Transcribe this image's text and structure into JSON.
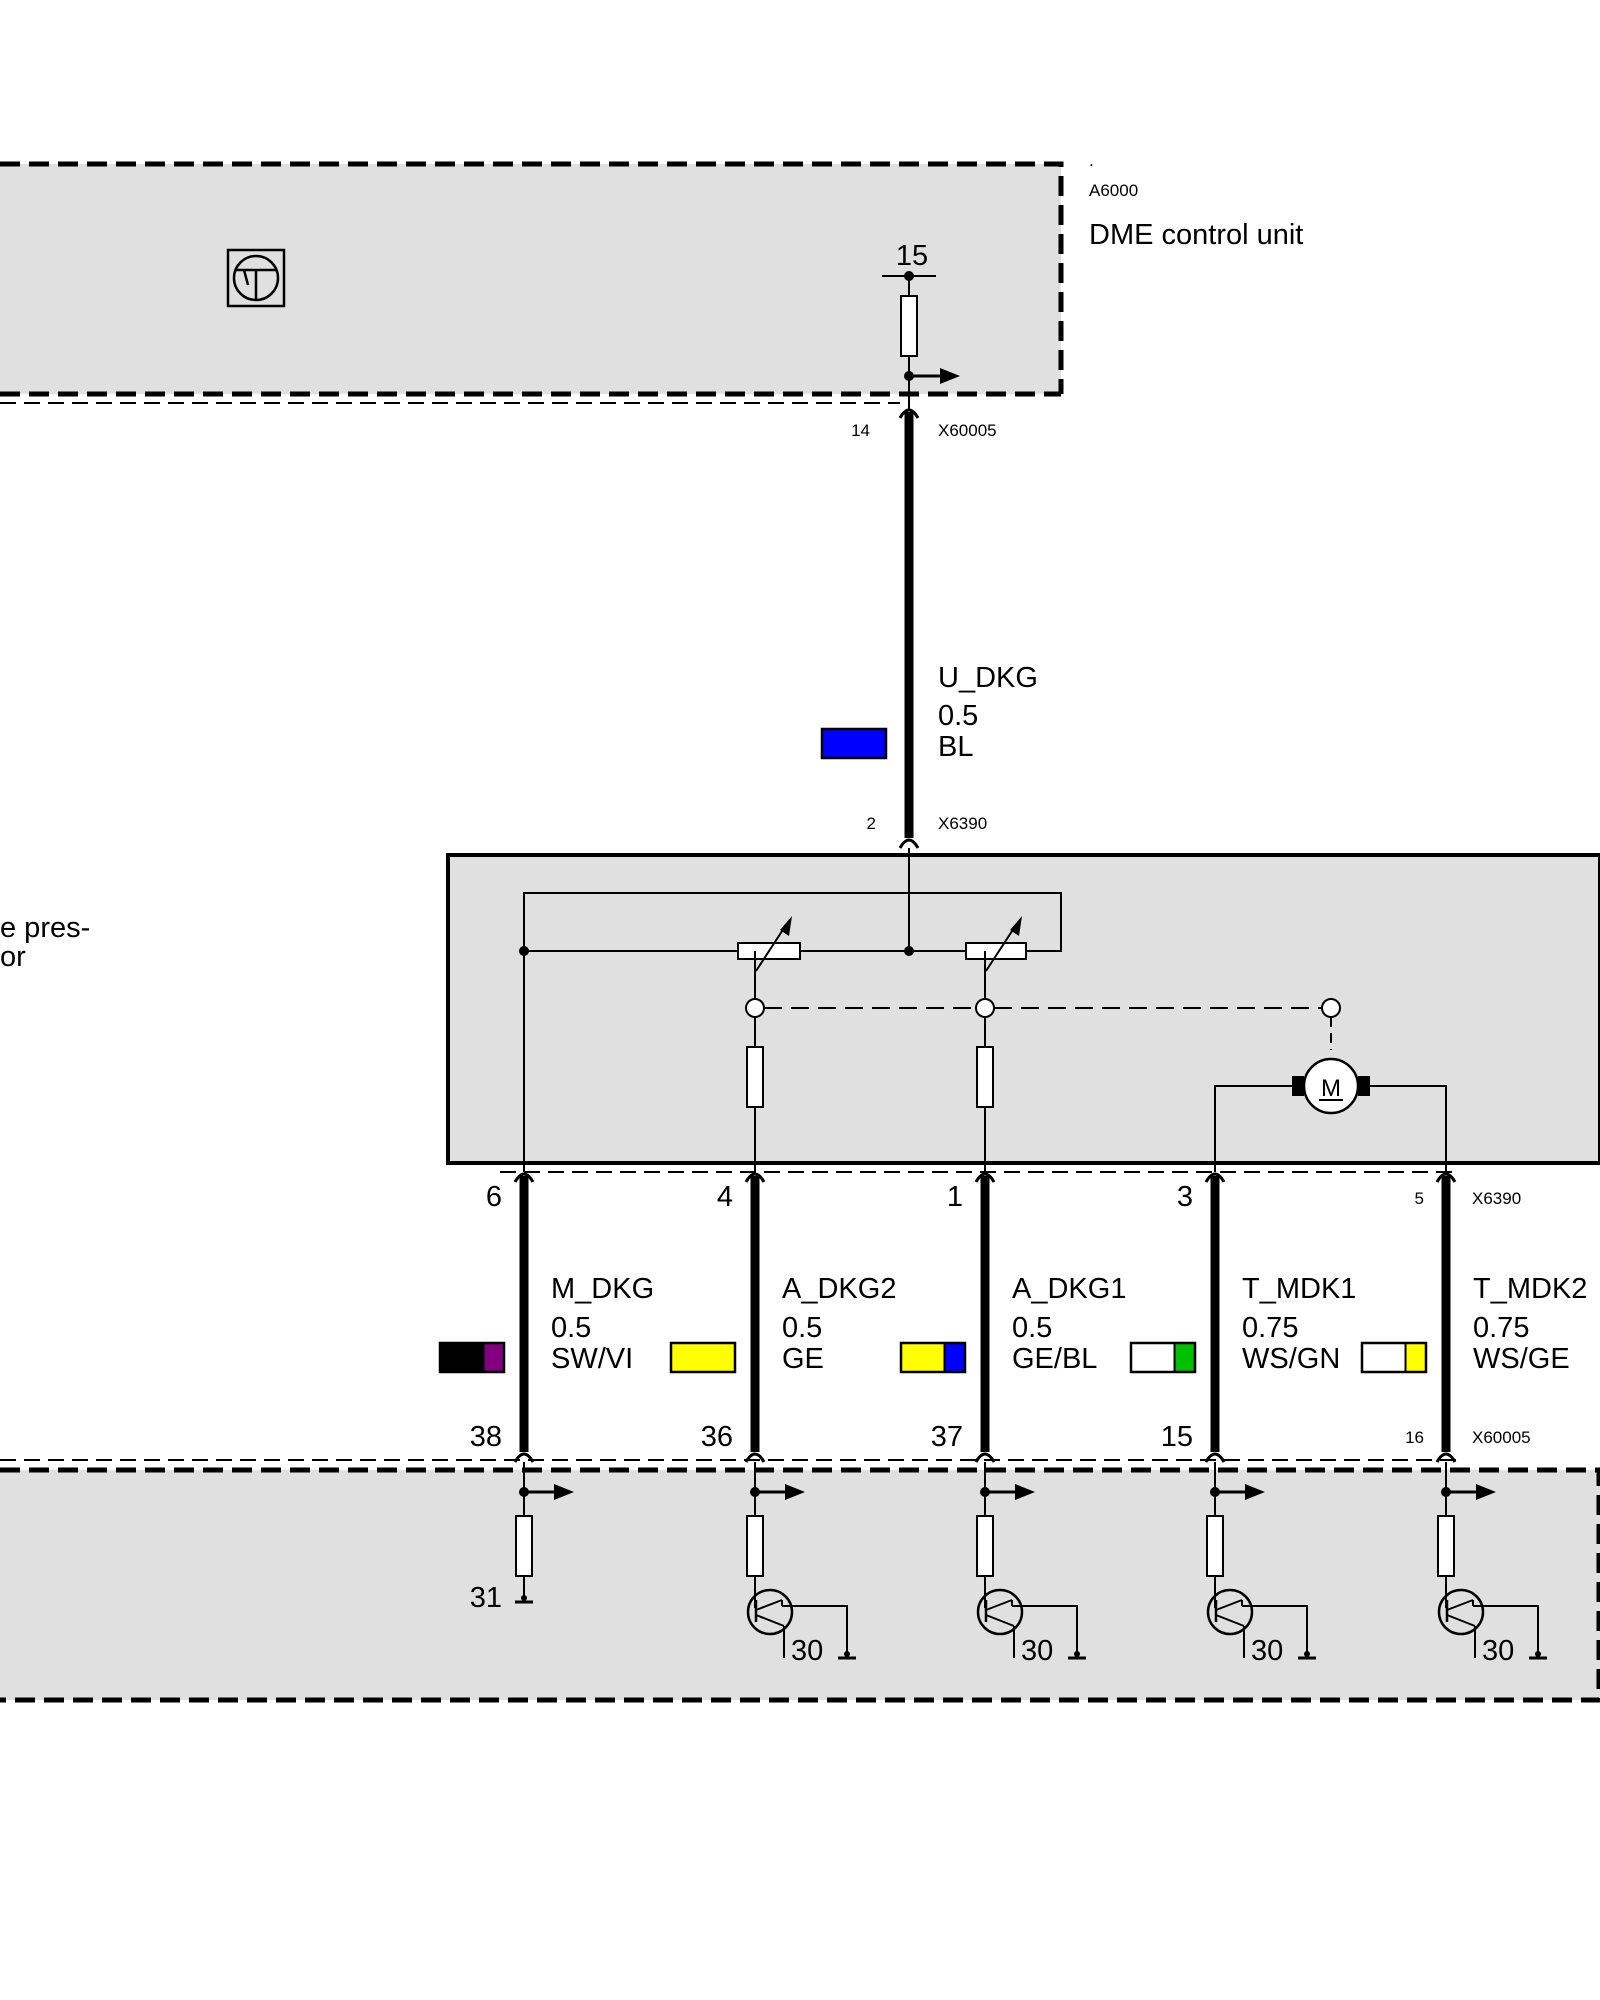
{
  "dme": {
    "id": "A6000",
    "name": "DME control unit",
    "dot": ".",
    "terminal_15": "15"
  },
  "connector_top": {
    "dme_pin": "14",
    "dme_connector": "X60005",
    "sensor_pin": "2",
    "sensor_connector": "X6390"
  },
  "wire_top": {
    "signal": "U_DKG",
    "size": "0.5",
    "color_code": "BL",
    "colors": [
      "#0000ff"
    ]
  },
  "sensor": {
    "partial_label_line1": "e pres-",
    "partial_label_line2": "or"
  },
  "sensor_connector_label": "X6390",
  "dme_bottom_connector_label": "X60005",
  "wires": [
    {
      "signal": "M_DKG",
      "size": "0.5",
      "color_code": "SW/VI",
      "sensor_pin": "6",
      "dme_pin": "38",
      "colors": [
        "#000000",
        "#800080"
      ]
    },
    {
      "signal": "A_DKG2",
      "size": "0.5",
      "color_code": "GE",
      "sensor_pin": "4",
      "dme_pin": "36",
      "colors": [
        "#ffff00"
      ]
    },
    {
      "signal": "A_DKG1",
      "size": "0.5",
      "color_code": "GE/BL",
      "sensor_pin": "1",
      "dme_pin": "37",
      "colors": [
        "#ffff00",
        "#0000ff"
      ]
    },
    {
      "signal": "T_MDK1",
      "size": "0.75",
      "color_code": "WS/GN",
      "sensor_pin": "3",
      "dme_pin": "15",
      "colors": [
        "#ffffff",
        "#00c000"
      ]
    },
    {
      "signal": "T_MDK2",
      "size": "0.75",
      "color_code": "WS/GE",
      "sensor_pin": "5",
      "dme_pin": "16",
      "colors": [
        "#ffffff",
        "#ffff00"
      ]
    }
  ],
  "ground_terminal": "31",
  "supply_terminal": "30"
}
